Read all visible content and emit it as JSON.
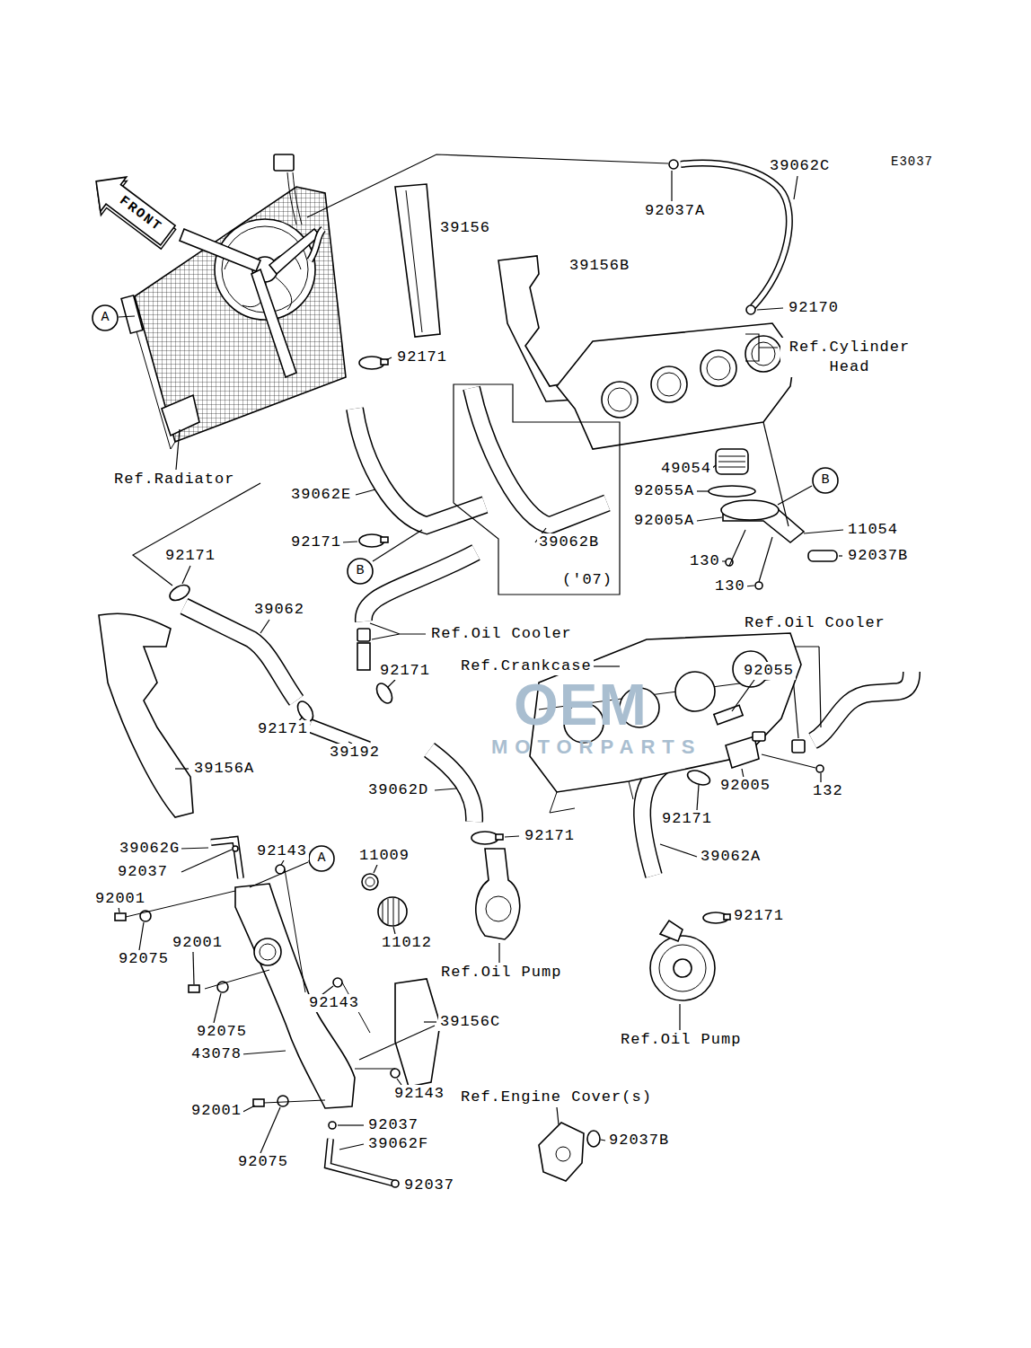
{
  "diagram": {
    "nodes": [
      {
        "text": [
          "FRONT"
        ]
      },
      {
        "text": [
          "A"
        ]
      },
      {
        "text": [
          "B"
        ]
      },
      {
        "text": [
          "B"
        ]
      },
      {
        "text": [
          "A"
        ]
      }
    ],
    "labels": [
      "E3037",
      "39062C",
      "92037A",
      "39156",
      "39156B",
      "92170",
      "Ref.Cylinder Head",
      "92171",
      "49054",
      "Ref.Radiator",
      "92055A",
      "39062E",
      "92005A",
      "11054",
      "92171",
      "39062B",
      "92171",
      "130",
      "92037B",
      "('07)",
      "130",
      "39062",
      "Ref.Oil Cooler",
      "Ref.Oil Cooler",
      "Ref.Crankcase",
      "92171",
      "92055",
      "92171",
      "39192",
      "39156A",
      "92005",
      "39062D",
      "132",
      "92171",
      "92171",
      "39062G",
      "92143",
      "11009",
      "39062A",
      "92037",
      "92001",
      "92171",
      "11012",
      "92001",
      "92075",
      "Ref.Oil Pump",
      "92143",
      "39156C",
      "92075",
      "Ref.Oil Pump",
      "43078",
      "92143",
      "Ref.Engine Cover(s)",
      "92001",
      "92037",
      "92037B",
      "39062F",
      "92075",
      "92037",
      "OEM",
      "MOTORPARTS"
    ]
  }
}
